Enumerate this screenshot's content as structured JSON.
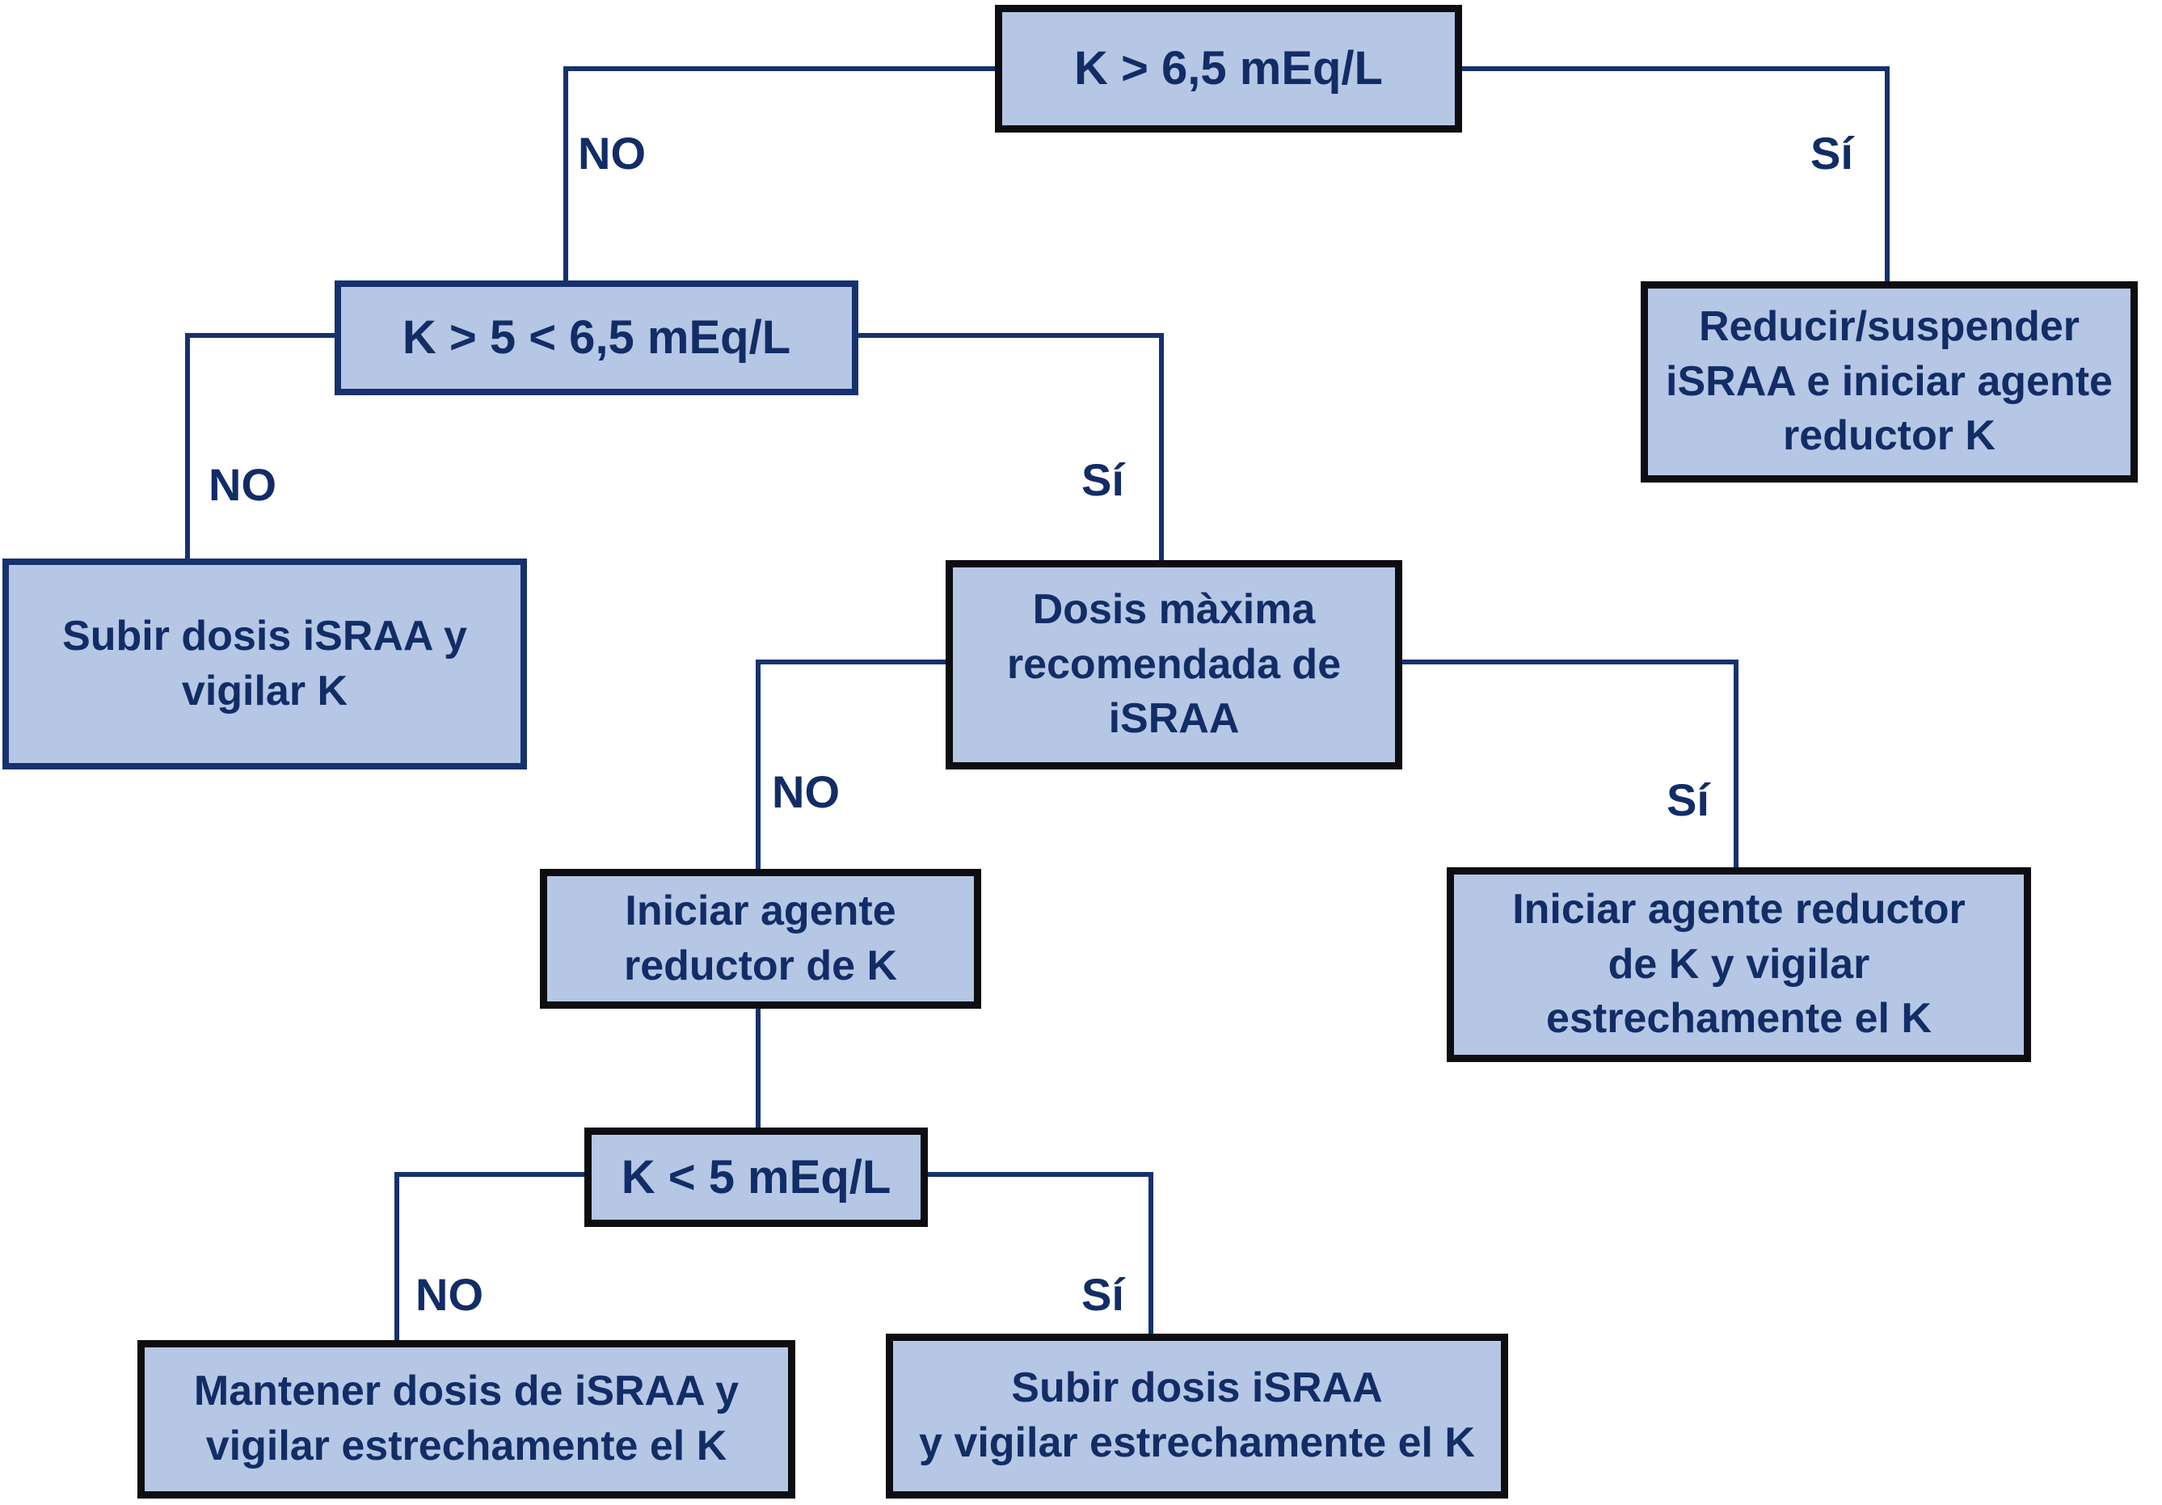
{
  "colors": {
    "node-fill": "#b5c7e4",
    "line": "#17316e",
    "text": "#122d66",
    "border-dark": "#0d0d12"
  },
  "nodes": {
    "k65": {
      "text": "K > 6,5 mEq/L"
    },
    "k5_65": {
      "text": "K > 5 < 6,5 mEq/L"
    },
    "reducir": {
      "text": "Reducir/suspender\niSRAA e iniciar agente\nreductor K"
    },
    "subir_vigilar": {
      "text": "Subir dosis iSRAA y\nvigilar K"
    },
    "dosis_max": {
      "text": "Dosis màxima\nrecomendada de\niSRAA"
    },
    "iniciar_reductor": {
      "text": "Iniciar agente\nreductor de K"
    },
    "iniciar_vigilar": {
      "text": "Iniciar agente reductor\nde K y vigilar\nestrechamente el K"
    },
    "k5": {
      "text": "K < 5 mEq/L"
    },
    "mantener": {
      "text": "Mantener dosis de iSRAA y\nvigilar estrechamente el K"
    },
    "subir_estrecha": {
      "text": "Subir dosis iSRAA\ny vigilar estrechamente el K"
    }
  },
  "edge_labels": {
    "k65_no": "NO",
    "k65_si": "Sí",
    "k5_65_no": "NO",
    "k5_65_si": "Sí",
    "dosis_no": "NO",
    "dosis_si": "Sí",
    "k5_no": "NO",
    "k5_si": "Sí"
  }
}
